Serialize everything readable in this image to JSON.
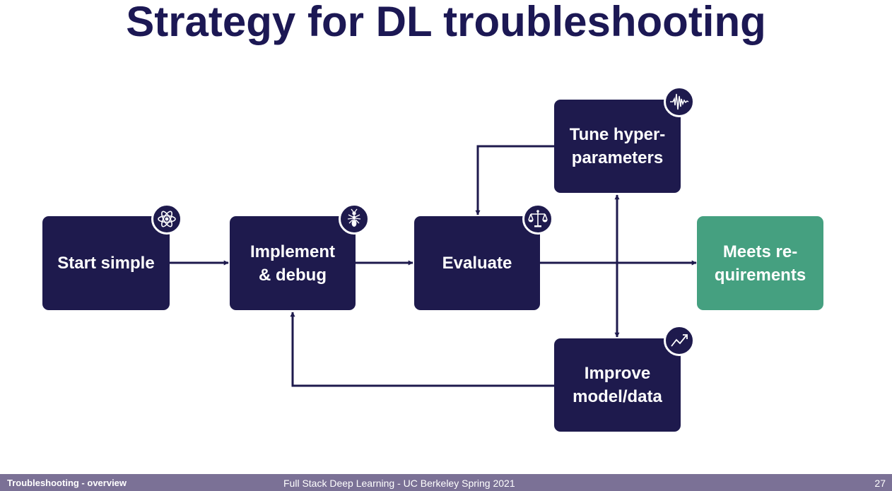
{
  "slide": {
    "title": "Strategy for DL troubleshooting"
  },
  "nodes": {
    "start_simple": "Start simple",
    "implement_debug": "Implement\n& debug",
    "evaluate": "Evaluate",
    "tune_hyperparameters": "Tune hyper-\nparameters",
    "improve_model_data": "Improve\nmodel/data",
    "meets_requirements": "Meets re-\nquirements"
  },
  "icons": {
    "start_simple": "atom-icon",
    "implement_debug": "ant-icon",
    "evaluate": "balance-scale-icon",
    "tune_hyperparameters": "waveform-icon",
    "improve_model_data": "trend-up-icon"
  },
  "colors": {
    "node": "#1e1a4d",
    "success": "#45a080",
    "title": "#1c1854",
    "footer": "#7b7196"
  },
  "footer": {
    "left": "Troubleshooting - overview",
    "center": "Full Stack Deep Learning - UC Berkeley Spring 2021",
    "page_number": "27"
  }
}
